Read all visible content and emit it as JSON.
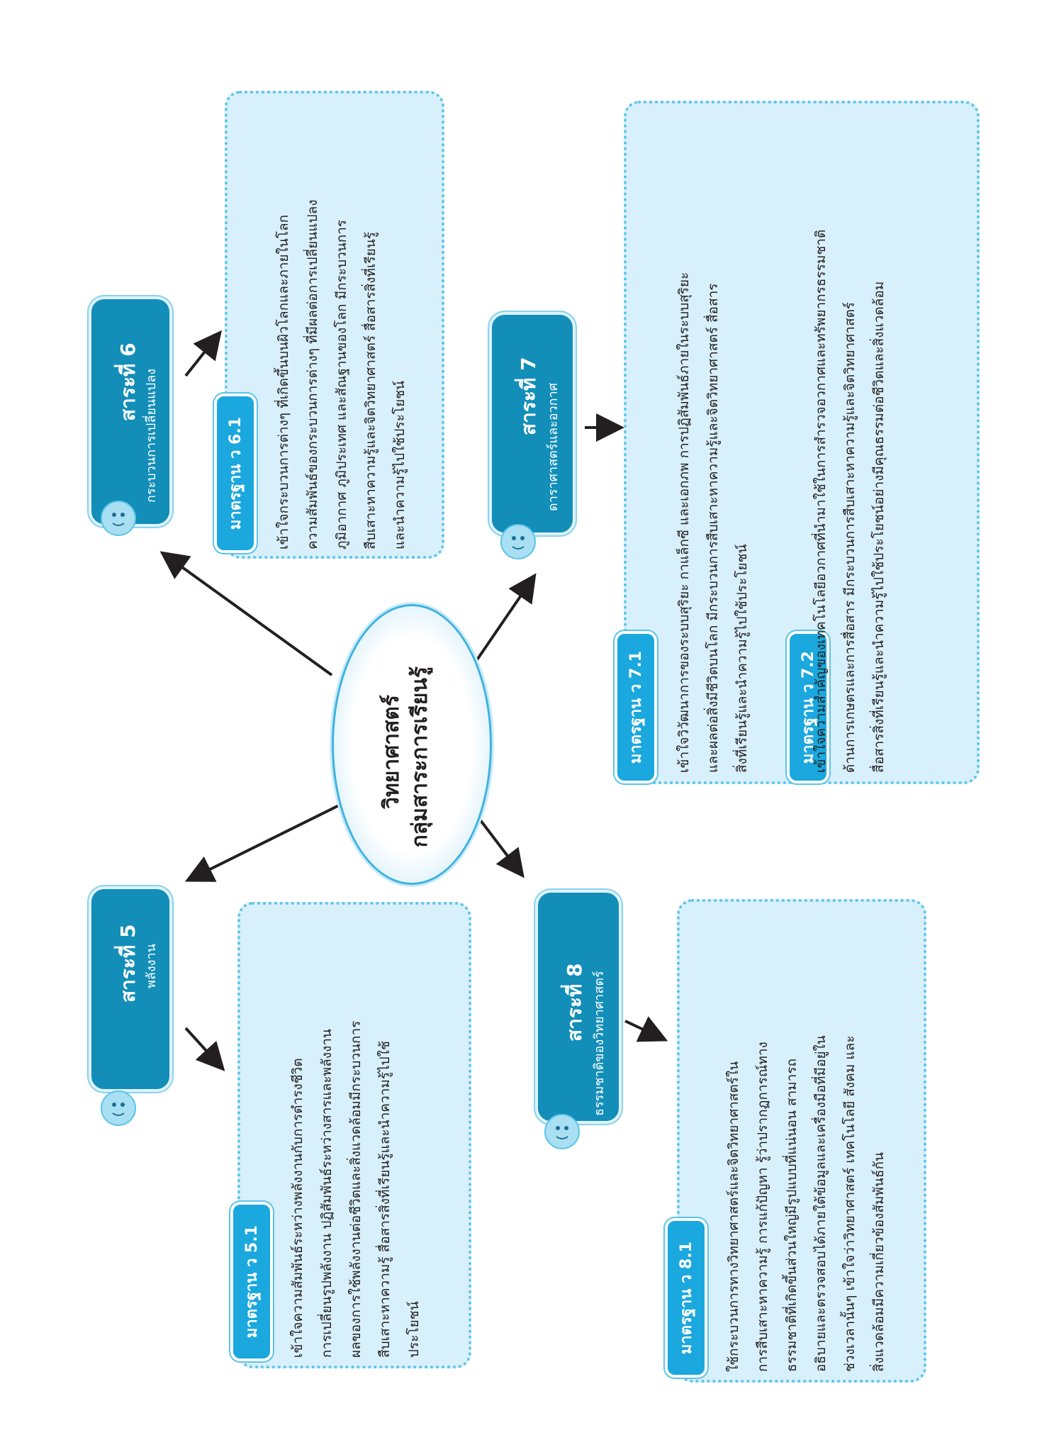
{
  "center": {
    "line1": "กลุ่มสาระการเรียนรู้",
    "line2": "วิทยาศาสตร์"
  },
  "strands": [
    {
      "id": "s5",
      "title": "สาระที่ 5",
      "subtitle": "พลังงาน"
    },
    {
      "id": "s6",
      "title": "สาระที่ 6",
      "subtitle": "กระบวนการเปลี่ยนแปลง"
    },
    {
      "id": "s7",
      "title": "สาระที่ 7",
      "subtitle": "ดาราศาสตร์และอวกาศ"
    },
    {
      "id": "s8",
      "title": "สาระที่ 8",
      "subtitle": "ธรรมชาติของวิทยาศาสตร์"
    }
  ],
  "standards": {
    "s5_1": {
      "tag": "มาตรฐาน ว 5.1",
      "lines": [
        "เข้าใจความสัมพันธ์ระหว่างพลังงานกับการดำรงชีวิต",
        "การเปลี่ยนรูปพลังงาน ปฏิสัมพันธ์ระหว่างสารและพลังงาน",
        "ผลของการใช้พลังงานต่อชีวิตและสิ่งแวดล้อมมีกระบวนการ",
        "สืบเสาะหาความรู้ สื่อสารสิ่งที่เรียนรู้และนำความรู้ไปใช้",
        "ประโยชน์"
      ]
    },
    "s6_1": {
      "tag": "มาตรฐาน ว 6.1",
      "lines": [
        "เข้าใจกระบวนการต่างๆ ที่เกิดขึ้นบนผิวโลกและภายในโลก",
        "ความสัมพันธ์ของกระบวนการต่างๆ ที่มีผลต่อการเปลี่ยนแปลง",
        "ภูมิอากาศ ภูมิประเทศ และสัณฐานของโลก มีกระบวนการ",
        "สืบเสาะหาความรู้และจิตวิทยาศาสตร์ สื่อสารสิ่งที่เรียนรู้",
        "และนำความรู้ไปใช้ประโยชน์"
      ]
    },
    "s7_1": {
      "tag": "มาตรฐาน ว 7.1",
      "lines": [
        "เข้าใจวิวัฒนาการของระบบสุริยะ กาแล็กซี และเอกภพ การปฏิสัมพันธ์ภายในระบบสุริยะ",
        "และผลต่อสิ่งมีชีวิตบนโลก มีกระบวนการสืบเสาะหาความรู้และจิตวิทยาศาสตร์ สื่อสาร",
        "สิ่งที่เรียนรู้และนำความรู้ไปใช้ประโยชน์"
      ]
    },
    "s7_2": {
      "tag": "มาตรฐาน ว 7.2",
      "lines": [
        "เข้าใจความสำคัญของเทคโนโลยีอวกาศที่นำมาใช้ในการสำรวจอวกาศและทรัพยากรธรรมชาติ",
        "ด้านการเกษตรและการสื่อสาร มีกระบวนการสืบเสาะหาความรู้และจิตวิทยาศาสตร์",
        "สื่อสารสิ่งที่เรียนรู้และนำความรู้ไปใช้ประโยชน์อย่างมีคุณธรรมต่อชีวิตและสิ่งแวดล้อม"
      ]
    },
    "s8_1": {
      "tag": "มาตรฐาน ว 8.1",
      "lines": [
        "ใช้กระบวนการทางวิทยาศาสตร์และจิตวิทยาศาสตร์ใน",
        "การสืบเสาะหาความรู้ การแก้ปัญหา รู้ว่าปรากฏการณ์ทาง",
        "ธรรมชาติที่เกิดขึ้นส่วนใหญ่มีรูปแบบที่แน่นอน สามารถ",
        "อธิบายและตรวจสอบได้ภายใต้ข้อมูลและเครื่องมือที่มีอยู่ใน",
        "ช่วงเวลานั้นๆ เข้าใจว่าวิทยาศาสตร์ เทคโนโลยี สังคม และ",
        "สิ่งแวดล้อมมีความเกี่ยวข้องสัมพันธ์กัน"
      ]
    }
  },
  "colors": {
    "header": "#128eb8",
    "tag": "#1aa8de",
    "box_fill": "#d8f0fb",
    "box_border": "#5cc4ea"
  },
  "icons": [
    "boy-mascot-icon"
  ]
}
